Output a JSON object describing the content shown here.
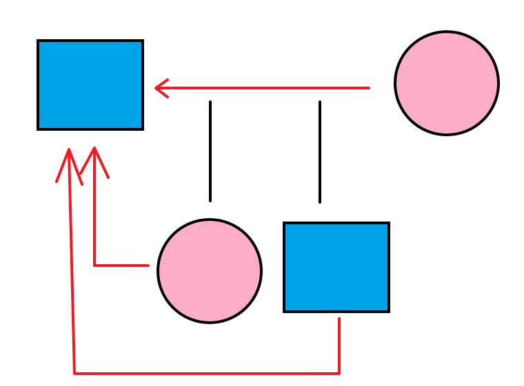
{
  "diagram": {
    "colors": {
      "background": "#ffffff",
      "square_fill": "#00a2e8",
      "circle_fill": "#ffaec9",
      "outline": "#000000",
      "arrow": "#ed1c24",
      "connector": "#000000"
    },
    "nodes": [
      {
        "id": "square-top-left",
        "shape": "square"
      },
      {
        "id": "circle-top-right",
        "shape": "circle"
      },
      {
        "id": "circle-bottom-middle",
        "shape": "circle"
      },
      {
        "id": "square-bottom-right",
        "shape": "square"
      }
    ],
    "arrows": [
      {
        "from": "circle-top-right",
        "to": "square-top-left"
      },
      {
        "from": "circle-bottom-middle",
        "to": "square-top-left"
      },
      {
        "from": "square-bottom-right",
        "to": "square-top-left"
      }
    ],
    "connectors": [
      {
        "id": "vertical-line-left"
      },
      {
        "id": "vertical-line-right"
      }
    ]
  }
}
